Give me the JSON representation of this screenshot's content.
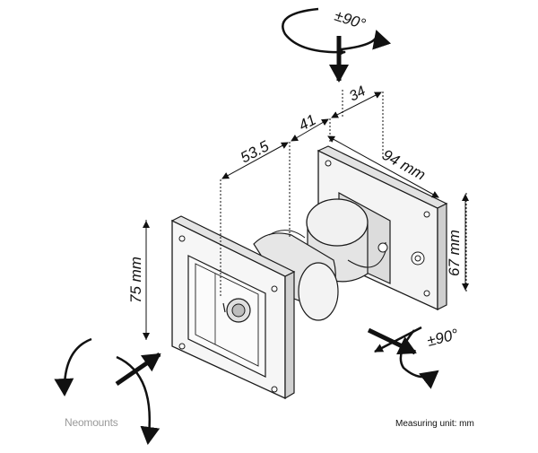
{
  "dimensions": {
    "d_53_5": "53.5",
    "d_41": "41",
    "d_34": "34",
    "d_94": "94 mm",
    "d_67": "67 mm",
    "d_75": "75 mm"
  },
  "rotations": {
    "top": "±90°",
    "side": "±90°"
  },
  "footer": {
    "brand": "Neomounts",
    "unit_note": "Measuring unit: mm"
  },
  "colors": {
    "line": "#1a1a1a",
    "metal_light": "#f4f4f4",
    "metal_mid": "#dcdcdc",
    "metal_dark": "#bdbdbd",
    "brand_gray": "#9a9a9a"
  }
}
